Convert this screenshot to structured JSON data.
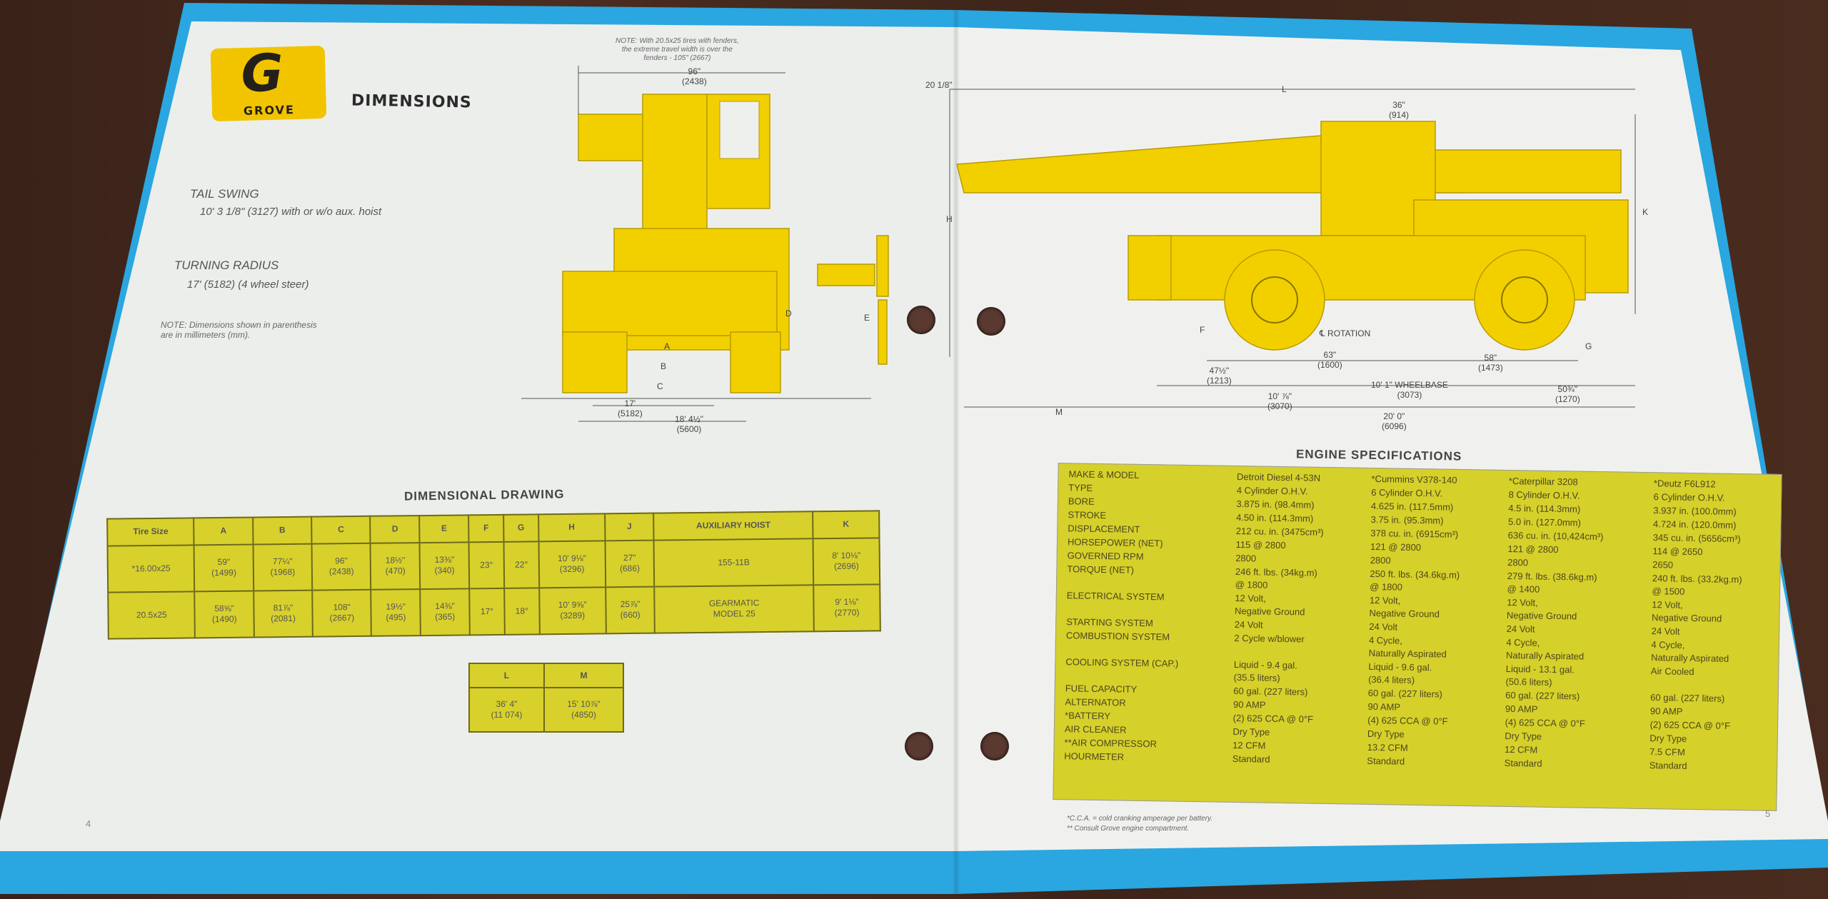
{
  "brand": {
    "logo_letter": "G",
    "logo_word": "GROVE"
  },
  "left_page": {
    "heading": "DIMENSIONS",
    "tail_swing": {
      "label": "TAIL SWING",
      "value": "10' 3 1/8\" (3127) with or w/o aux. hoist"
    },
    "turning_radius": {
      "label": "TURNING RADIUS",
      "value": "17' (5182) (4 wheel steer)"
    },
    "note": "NOTE: Dimensions shown in parenthesis\nare in millimeters (mm).",
    "top_note": "NOTE: With 20.5x25 tires with fenders,\nthe extreme travel width is over the\nfenders - 105\" (2667)",
    "front_dims": {
      "width": "96\"\n(2438)",
      "a": "A",
      "b": "B",
      "c": "C",
      "d": "D",
      "e": "E",
      "turn": "17'\n(5182)",
      "swing": "18' 4½\"\n(5600)"
    },
    "table_title": "DIMENSIONAL DRAWING",
    "dim_table": {
      "headers": [
        "Tire Size",
        "A",
        "B",
        "C",
        "D",
        "E",
        "F",
        "G",
        "H",
        "J",
        "AUXILIARY HOIST",
        "K"
      ],
      "rows": [
        [
          "*16.00x25",
          "59\"\n(1499)",
          "77¼\"\n(1968)",
          "96\"\n(2438)",
          "18½\"\n(470)",
          "13⅜\"\n(340)",
          "23°",
          "22°",
          "10' 9⅛\"\n(3296)",
          "27\"\n(686)",
          "155-11B",
          "8' 10⅛\"\n(2696)"
        ],
        [
          "20.5x25",
          "58⅝\"\n(1490)",
          "81⅞\"\n(2081)",
          "108\"\n(2667)",
          "19½\"\n(495)",
          "14⅜\"\n(365)",
          "17°",
          "18°",
          "10' 9⅝\"\n(3289)",
          "25⅞\"\n(660)",
          "GEARMATIC\nMODEL 25",
          "9' 1⅛\"\n(2770)"
        ]
      ]
    },
    "lm_table": {
      "headers": [
        "L",
        "M"
      ],
      "rows": [
        [
          "36' 4\"\n(11 074)",
          "15' 10⅞\"\n(4850)"
        ]
      ]
    },
    "page_number": "4"
  },
  "right_page": {
    "side_dims": {
      "top": "20 1/8\"",
      "l": "L",
      "boom": "36\"\n(914)",
      "h": "H",
      "k": "K",
      "f": "F",
      "g": "G",
      "rotation": "℄ ROTATION",
      "d63": "63\"\n(1600)",
      "d58": "58\"\n(1473)",
      "d47": "47½\"\n(1213)",
      "wheelbase": "10' 1\" WHEELBASE\n(3073)",
      "d10": "10' ⅞\"\n(3070)",
      "d50": "50¾\"\n(1270)",
      "m": "M",
      "overall": "20' 0\"\n(6096)"
    },
    "engine_title": "ENGINE SPECIFICATIONS",
    "engine_table": [
      [
        "MAKE & MODEL",
        "Detroit Diesel 4-53N",
        "*Cummins V378-140",
        "*Caterpillar 3208",
        "*Deutz F6L912"
      ],
      [
        "TYPE",
        "4 Cylinder O.H.V.",
        "6 Cylinder O.H.V.",
        "8 Cylinder O.H.V.",
        "6 Cylinder O.H.V."
      ],
      [
        "BORE",
        "3.875 in. (98.4mm)",
        "4.625 in. (117.5mm)",
        "4.5 in. (114.3mm)",
        "3.937 in. (100.0mm)"
      ],
      [
        "STROKE",
        "4.50 in. (114.3mm)",
        "3.75 in. (95.3mm)",
        "5.0 in. (127.0mm)",
        "4.724 in. (120.0mm)"
      ],
      [
        "DISPLACEMENT",
        "212 cu. in. (3475cm³)",
        "378 cu. in. (6915cm³)",
        "636 cu. in. (10,424cm³)",
        "345 cu. in. (5656cm³)"
      ],
      [
        "HORSEPOWER (NET)",
        "115 @ 2800",
        "121 @ 2800",
        "121 @ 2800",
        "114 @ 2650"
      ],
      [
        "GOVERNED RPM",
        "2800",
        "2800",
        "2800",
        "2650"
      ],
      [
        "TORQUE (NET)",
        "246 ft. lbs. (34kg.m)\n      @ 1800",
        "250 ft. lbs. (34.6kg.m)\n      @ 1800",
        "279 ft. lbs. (38.6kg.m)\n      @ 1400",
        "240 ft. lbs. (33.2kg.m)\n      @ 1500"
      ],
      [
        "ELECTRICAL SYSTEM",
        "12 Volt,\n    Negative Ground",
        "12 Volt,\n    Negative Ground",
        "12 Volt,\n    Negative Ground",
        "12 Volt,\n    Negative Ground"
      ],
      [
        "STARTING SYSTEM",
        "24 Volt",
        "24 Volt",
        "24 Volt",
        "24 Volt"
      ],
      [
        "COMBUSTION SYSTEM",
        "2 Cycle w/blower",
        "4 Cycle,\n    Naturally Aspirated",
        "4 Cycle,\n    Naturally Aspirated",
        "4 Cycle,\n    Naturally Aspirated"
      ],
      [
        "COOLING SYSTEM (CAP.)",
        "Liquid - 9.4 gal.\n    (35.5 liters)",
        "Liquid - 9.6 gal.\n    (36.4 liters)",
        "Liquid - 13.1 gal.\n    (50.6 liters)",
        "Air Cooled"
      ],
      [
        "FUEL CAPACITY",
        "60 gal. (227 liters)",
        "60 gal. (227 liters)",
        "60 gal. (227 liters)",
        "60 gal. (227 liters)"
      ],
      [
        "ALTERNATOR",
        "90 AMP",
        "90 AMP",
        "90 AMP",
        "90 AMP"
      ],
      [
        "*BATTERY",
        "(2) 625 CCA @ 0°F",
        "(4) 625 CCA @ 0°F",
        "(4) 625 CCA @ 0°F",
        "(2) 625 CCA @ 0°F"
      ],
      [
        "AIR CLEANER",
        "Dry Type",
        "Dry Type",
        "Dry Type",
        "Dry Type"
      ],
      [
        "**AIR COMPRESSOR",
        "12 CFM",
        "13.2 CFM",
        "12 CFM",
        "7.5 CFM"
      ],
      [
        "HOURMETER",
        "Standard",
        "Standard",
        "Standard",
        "Standard"
      ]
    ],
    "footnote": "*C.C.A. = cold cranking amperage per battery.\n** Consult Grove engine compartment.",
    "page_number": "5"
  },
  "colors": {
    "blue": "#2aa6e0",
    "yellow": "#f2d200",
    "table_yellow": "#d8d12c",
    "wood": "#3f261b"
  }
}
